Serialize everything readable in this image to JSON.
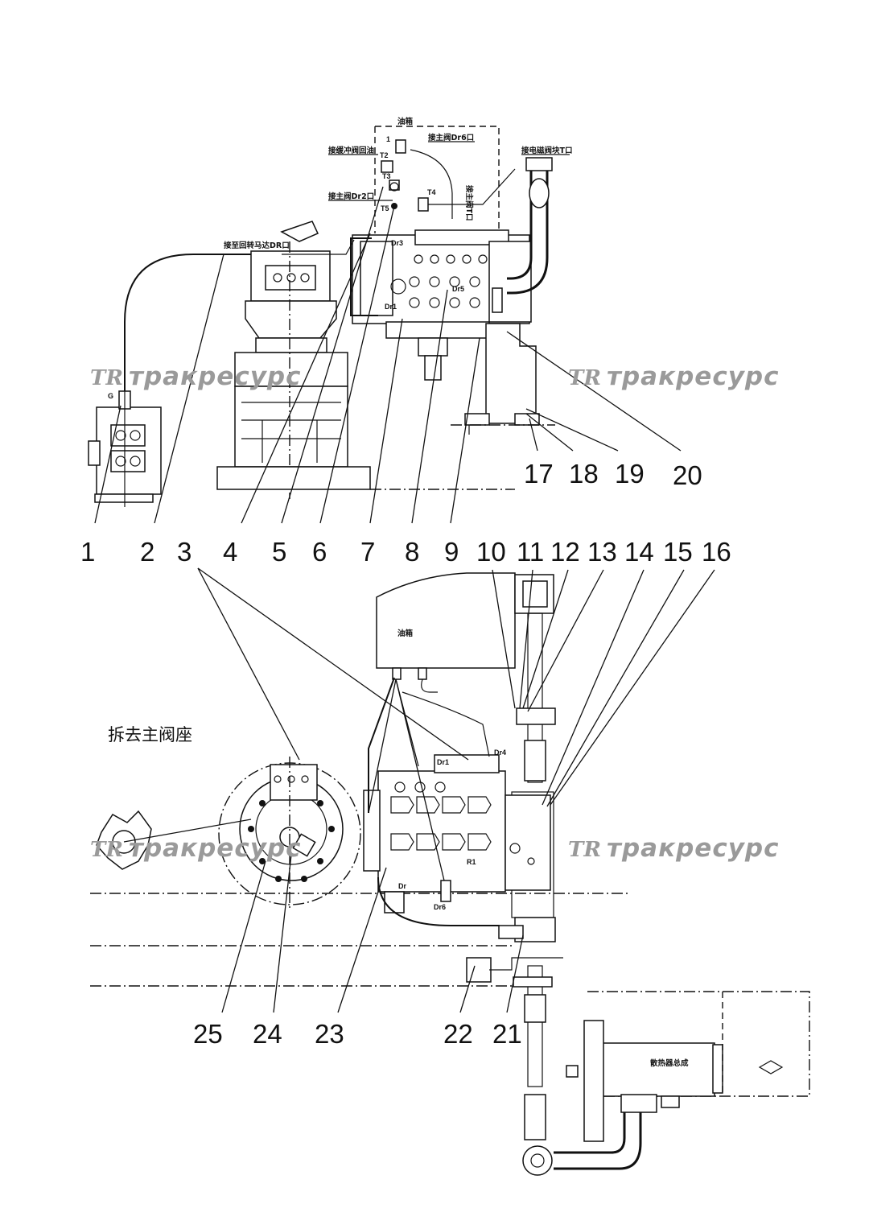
{
  "watermark": {
    "logo": "TR",
    "text": "тракресурс"
  },
  "labels_cn": {
    "remove_main_valve_seat": "拆去主阀座",
    "oil_tank_top": "油箱",
    "oil_tank_main": "油箱",
    "radiator": "散热器总成",
    "to_main_valve_dr6": "接主阀Dr6口",
    "to_pilot_return": "接缓冲阀回油",
    "to_main_valve_dr2": "接主阀Dr2口",
    "to_swing_motor_dr": "接至回转马达DR口",
    "to_solenoid_t": "接电磁阀块T口",
    "to_valve_block_vertical": "接主阀T口"
  },
  "ports": {
    "g": "G",
    "t1": "1",
    "t2": "T2",
    "t3": "T3",
    "t4": "T4",
    "t5": "T5",
    "dr1_top": "Dr1",
    "dr3_top": "Dr3",
    "dr5_top": "Dr5",
    "dr1_bottom": "Dr1",
    "dr4_bottom": "Dr4",
    "dr6_bottom": "Dr6",
    "r1_bottom": "R1",
    "dr_bottom": "Dr"
  },
  "callouts": [
    "1",
    "2",
    "3",
    "4",
    "5",
    "6",
    "7",
    "8",
    "9",
    "10",
    "11",
    "12",
    "13",
    "14",
    "15",
    "16",
    "17",
    "18",
    "19",
    "20",
    "21",
    "22",
    "23",
    "24",
    "25"
  ]
}
